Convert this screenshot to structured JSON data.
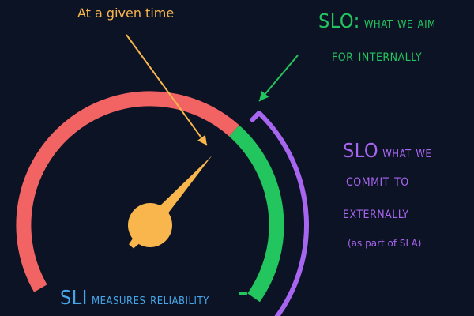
{
  "colors": {
    "background": "#0c1324",
    "red": "#f26464",
    "green": "#22c55e",
    "purple": "#a866f0",
    "yellow": "#f9b64d",
    "blue": "#46a6ea"
  },
  "labels": {
    "time": "At a given time",
    "slo_internal_key": "SLO",
    "slo_internal_sep": ":",
    "slo_internal_rest": "what we aim",
    "slo_internal_line2": "for internally",
    "slo_external_key": "SLO",
    "slo_external_rest": "what we",
    "slo_external_line2": "commit to",
    "slo_external_line3": "externally",
    "sla_note": "(as part of SLA)",
    "sli_key": "SLI",
    "sli_rest": "measures reliability"
  },
  "gauge": {
    "needle_level": 0.66,
    "slo_internal_start": 0.66,
    "slo_external_start": 0.67
  }
}
